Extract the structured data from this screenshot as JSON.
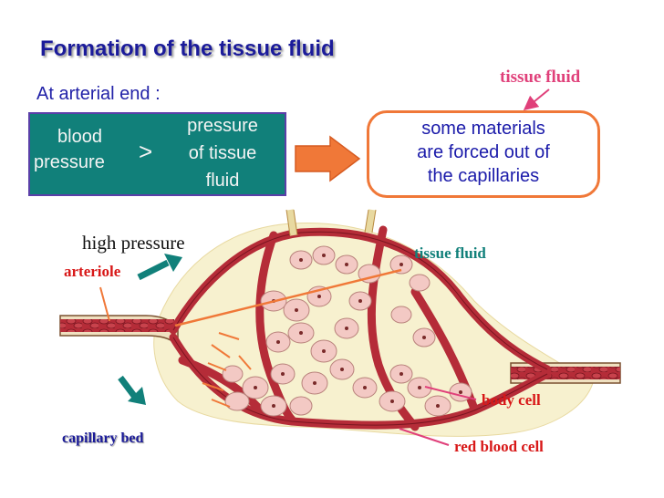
{
  "title": "Formation of the tissue fluid",
  "subtitle": "At arterial end :",
  "top_label": "tissue fluid",
  "left_box": {
    "blood": "blood",
    "pressure": "pressure",
    "comparator": ">",
    "right_line1": "pressure",
    "right_line2": "of tissue",
    "right_line3": "fluid"
  },
  "right_box": {
    "line1": "some materials",
    "line2": "are forced out of",
    "line3": "the capillaries"
  },
  "labels": {
    "high_pressure": "high pressure",
    "arteriole": "arteriole",
    "tissue_fluid": "tissue fluid",
    "body_cell": "body cell",
    "capillary_bed": "capillary bed",
    "red_blood_cell": "red blood cell"
  },
  "colors": {
    "title": "#1b1b9a",
    "teal_box": "#11807a",
    "orange_accent": "#f07838",
    "pink_label": "#e0407a",
    "red_label": "#d81818",
    "blood_vessel": "#b52c38",
    "body_cell": "#f3c9c4",
    "tissue_fluid": "#f7f1cf"
  }
}
